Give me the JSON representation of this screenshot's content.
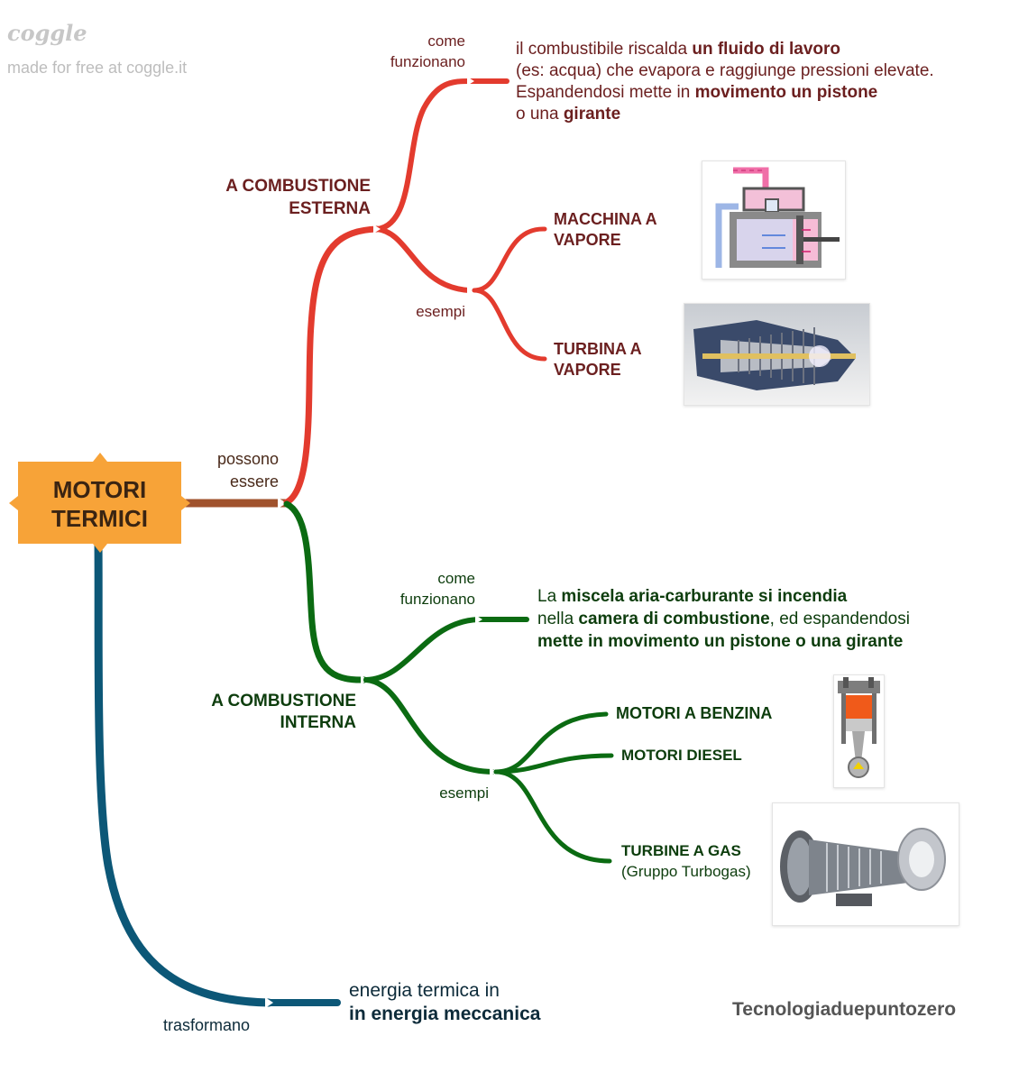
{
  "watermark": {
    "logo": "coggle",
    "tagline": "made for free at coggle.it"
  },
  "root": {
    "line1": "MOTORI",
    "line2": "TERMICI"
  },
  "root_link": {
    "line1": "possono",
    "line2": "essere"
  },
  "external": {
    "title1": "A COMBUSTIONE",
    "title2": "ESTERNA",
    "how_label1": "come",
    "how_label2": "funzionano",
    "how_text": {
      "l1a": "il combustibile riscalda ",
      "l1b": "un fluido di lavoro",
      "l2": "(es: acqua) che evapora e raggiunge pressioni elevate.",
      "l3a": "Espandendosi mette in ",
      "l3b": "movimento un pistone",
      "l4a": "o una ",
      "l4b": "girante"
    },
    "examples_label": "esempi",
    "ex1_1": "MACCHINA A",
    "ex1_2": "VAPORE",
    "ex2_1": "TURBINA A",
    "ex2_2": "VAPORE"
  },
  "internal": {
    "title1": "A COMBUSTIONE",
    "title2": "INTERNA",
    "how_label1": "come",
    "how_label2": "funzionano",
    "how_text": {
      "l1a": "La ",
      "l1b": "miscela aria-carburante si incendia",
      "l2a": "nella ",
      "l2b": "camera di combustione",
      "l2c": ", ed espandendosi",
      "l3": "mette in movimento un pistone o una girante"
    },
    "examples_label": "esempi",
    "ex1": "MOTORI A BENZINA",
    "ex2": "MOTORI DIESEL",
    "ex3": "TURBINE A GAS",
    "ex3_sub": "(Gruppo Turbogas)"
  },
  "transform": {
    "label": "trasformano",
    "line1": "energia termica in",
    "line2": "in energia meccanica"
  },
  "credit": "Tecnologiaduepuntozero",
  "colors": {
    "root": "#f7a338",
    "red": "#e33b2e",
    "green": "#0b6b12",
    "blue": "#0c5777",
    "brown": "#a0522d"
  },
  "icons": [
    "steam-engine-image",
    "steam-turbine-image",
    "piston-engine-image",
    "gas-turbine-image"
  ]
}
